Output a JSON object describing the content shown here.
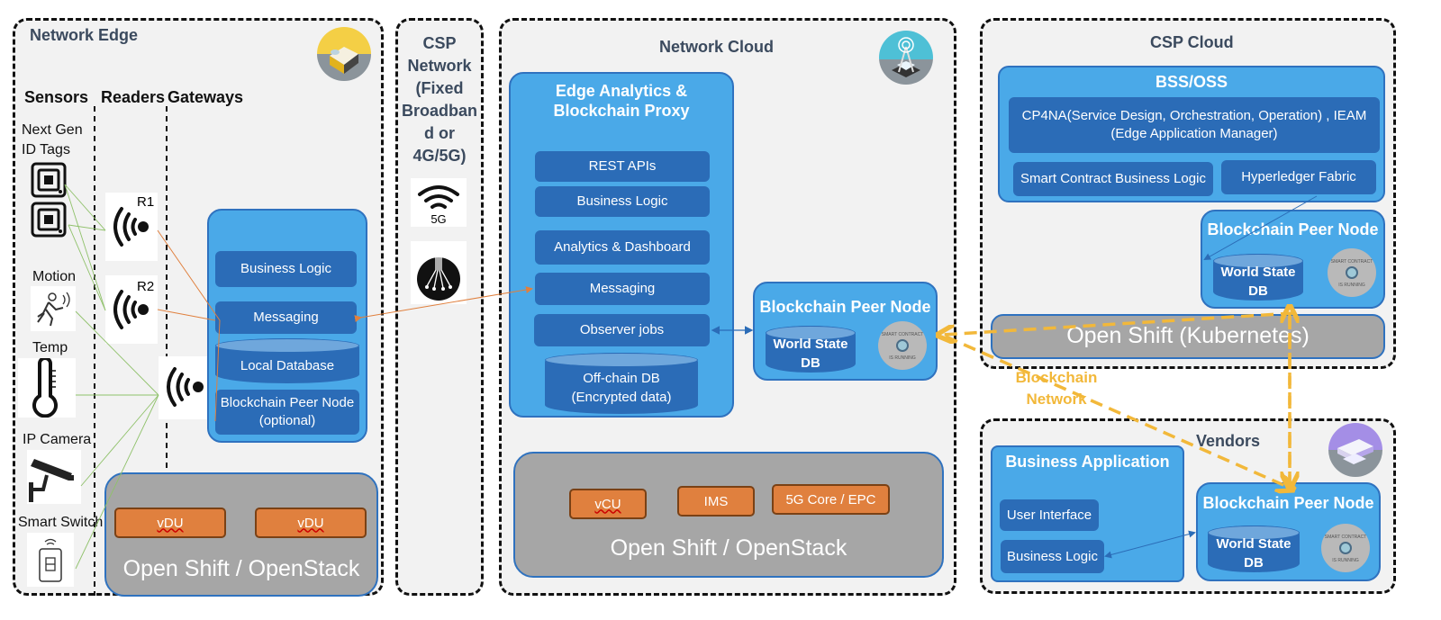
{
  "zones": {
    "network_edge": {
      "title": "Network Edge",
      "columns": [
        "Sensors",
        "Readers",
        "Gateways"
      ],
      "sensors": [
        "Next Gen\nID Tags",
        "Motion",
        "Temp",
        "IP Camera",
        "Smart Switch"
      ],
      "readers": [
        "R1",
        "R2"
      ],
      "gateway_panel": {
        "items": [
          "Business Logic",
          "Messaging"
        ],
        "database": "Local Database",
        "peer_node": "Blockchain Peer Node\n(optional)"
      },
      "platform": {
        "label": "Open Shift / OpenStack",
        "workloads": [
          "vDU",
          "vDU"
        ]
      }
    },
    "csp_network": {
      "title": "CSP\nNetwork\n(Fixed\nBroadban\nd or\n4G/5G)",
      "icons": [
        {
          "name": "5g-wifi-icon",
          "label": "5G"
        },
        {
          "name": "fiber-optic-icon",
          "label": ""
        }
      ]
    },
    "network_cloud": {
      "title": "Network Cloud",
      "proxy_panel": {
        "title": "Edge Analytics &\nBlockchain Proxy",
        "items": [
          "REST APIs",
          "Business Logic",
          "Analytics & Dashboard",
          "Messaging",
          "Observer jobs"
        ],
        "database": "Off-chain DB\n(Encrypted data)"
      },
      "peer_node": {
        "title": "Blockchain Peer Node",
        "database": "World State\nDB",
        "badge": {
          "top": "SMART CONTRACT",
          "bottom": "IS RUNNING"
        }
      },
      "platform": {
        "label": "Open Shift / OpenStack",
        "workloads": [
          "vCU",
          "IMS",
          "5G Core / EPC"
        ]
      }
    },
    "csp_cloud": {
      "title": "CSP Cloud",
      "bss_oss": {
        "title": "BSS/OSS",
        "wide_item": "CP4NA(Service Design, Orchestration, Operation) ,  IEAM\n(Edge Application Manager)",
        "items": [
          "Smart Contract Business Logic",
          "Hyperledger Fabric"
        ]
      },
      "peer_node": {
        "title": "Blockchain Peer Node",
        "database": "World State\nDB",
        "badge": {
          "top": "SMART CONTRACT",
          "bottom": "IS RUNNING"
        }
      },
      "platform": {
        "label": "Open Shift (Kubernetes)"
      }
    },
    "vendors": {
      "title": "Vendors",
      "business_app": {
        "title": "Business Application",
        "items": [
          "User Interface",
          "Business Logic"
        ]
      },
      "peer_node": {
        "title": "Blockchain Peer Node",
        "database": "World State\nDB",
        "badge": {
          "top": "SMART CONTRACT",
          "bottom": "IS RUNNING"
        }
      }
    }
  },
  "blockchain_network": {
    "label": "Blockchain\nNetwork",
    "color": "#f2b83a"
  },
  "colors": {
    "zone_bg": "#f2f2f2",
    "panel_blue": "#4aa9e8",
    "box_blue": "#2b6cb7",
    "platform_gray": "#a6a6a6",
    "workload_orange": "#e0803e",
    "sensor_link": "#8fc16a",
    "messaging_link": "#e0803e"
  }
}
